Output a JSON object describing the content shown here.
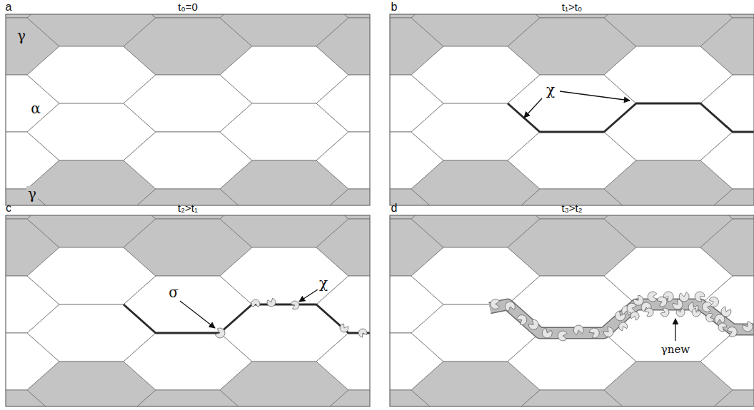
{
  "diagram": {
    "labels": [
      "a",
      "t₀=0",
      "γ",
      "α",
      "γ",
      "b",
      "t₁>t₀",
      "χ",
      "c",
      "t₂>t₁",
      "σ",
      "χ",
      "d",
      "t₃>t₂",
      "γnew"
    ]
  }
}
